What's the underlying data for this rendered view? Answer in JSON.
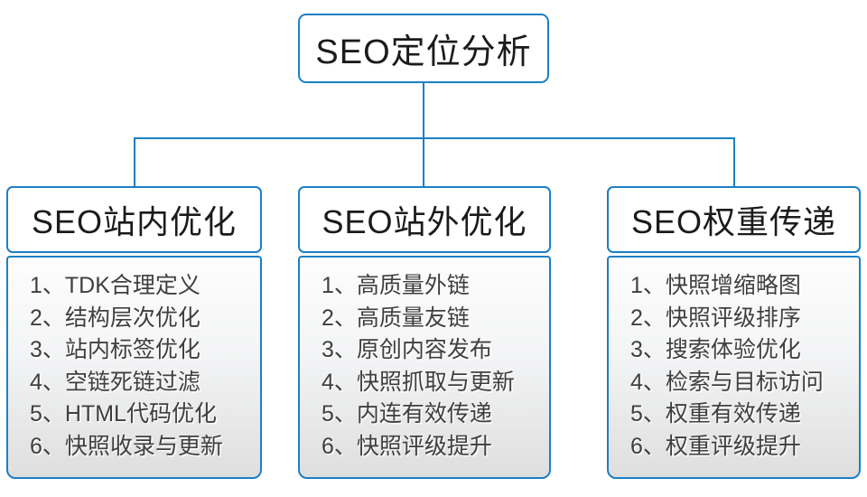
{
  "diagram": {
    "root": {
      "title": "SEO定位分析"
    },
    "columns": [
      {
        "title": "SEO站内优化",
        "items": [
          "1、TDK合理定义",
          "2、结构层次优化",
          "3、站内标签优化",
          "4、空链死链过滤",
          "5、HTML代码优化",
          "6、快照收录与更新"
        ]
      },
      {
        "title": "SEO站外优化",
        "items": [
          "1、高质量外链",
          "2、高质量友链",
          "3、原创内容发布",
          "4、快照抓取与更新",
          "5、内连有效传递",
          "6、快照评级提升"
        ]
      },
      {
        "title": "SEO权重传递",
        "items": [
          "1、快照增缩略图",
          "2、快照评级排序",
          "3、搜索体验优化",
          "4、检索与目标访问",
          "5、权重有效传递",
          "6、权重评级提升"
        ]
      }
    ]
  },
  "colors": {
    "line": "#1c7fc4",
    "border": "#1c7fc4",
    "title-ink": "#1b1b1b",
    "list-ink": "#3f3f3f"
  }
}
